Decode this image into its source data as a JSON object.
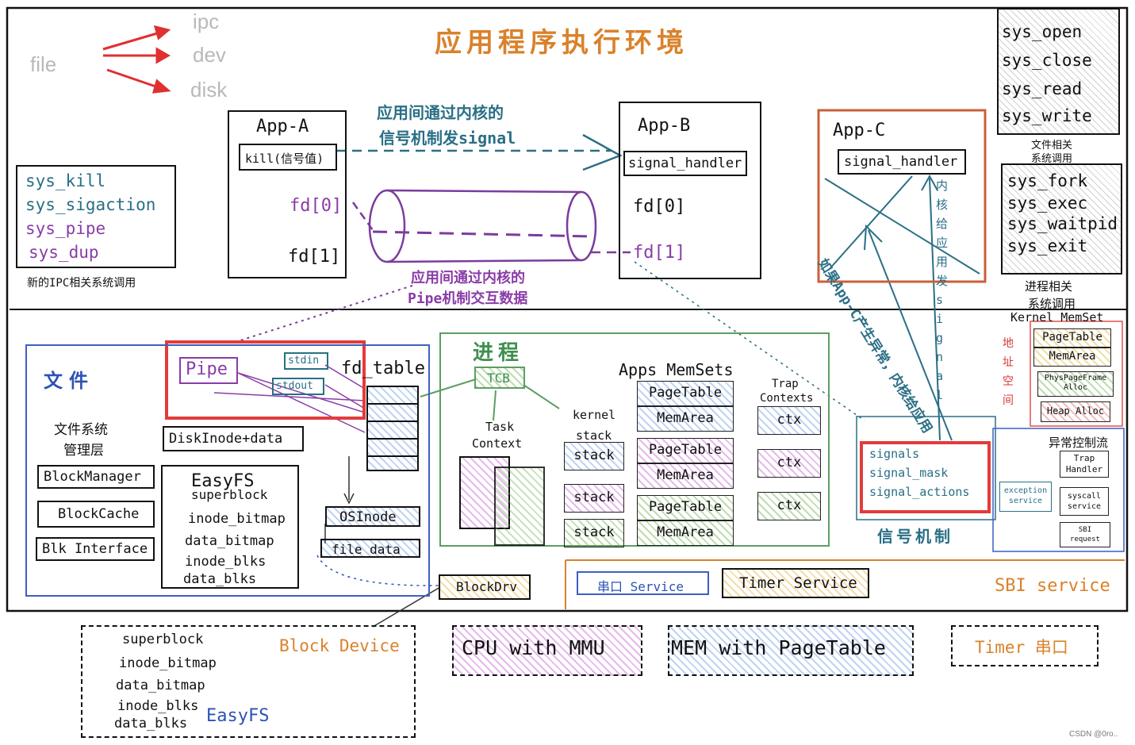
{
  "legend": {
    "source": "file",
    "targets": [
      "ipc",
      "dev",
      "disk"
    ]
  },
  "title": "应用程序执行环境",
  "sys_calls": {
    "file": [
      "sys_open",
      "sys_close",
      "sys_read",
      "sys_write"
    ],
    "file_caption": [
      "文件相关",
      "系统调用"
    ],
    "process": [
      "sys_fork",
      "sys_exec",
      "sys_waitpid",
      "sys_exit"
    ],
    "process_caption": [
      "进程相关",
      "系统调用"
    ],
    "ipc": [
      "sys_kill",
      "sys_sigaction",
      "sys_pipe",
      "sys_dup"
    ],
    "ipc_caption": "新的IPC相关系统调用"
  },
  "apps": {
    "a": {
      "title": "App-A",
      "kill": "kill(信号值)",
      "fd0": "fd[0]",
      "fd1": "fd[1]"
    },
    "b": {
      "title": "App-B",
      "handler": "signal_handler",
      "fd0": "fd[0]",
      "fd1": "fd[1]"
    },
    "c": {
      "title": "App-C",
      "handler": "signal_handler"
    }
  },
  "notes": {
    "signal_note": [
      "应用间通过内核的",
      "信号机制发signal"
    ],
    "pipe_note": [
      "应用间通过内核的",
      "Pipe机制交互数据"
    ],
    "kernel_signal": "内核给应用发signal",
    "exception_note": "如果App-C产生异常，内核给应用"
  },
  "kernel": {
    "file_title": "文件",
    "pipe": "Pipe",
    "stdin": "stdin",
    "stdout": "stdout",
    "fd_table": "fd_table",
    "fs_manager": [
      "文件系统",
      "管理层"
    ],
    "diskinode": "DiskInode+data",
    "block_manager": "BlockManager",
    "block_cache": "BlockCache",
    "blk_interface": "Blk Interface",
    "easyfs_title": "EasyFS",
    "easyfs_items": [
      "superblock",
      "inode_bitmap",
      "data_bitmap",
      "inode_blks",
      "data_blks"
    ],
    "osinode": "OSInode",
    "file_data": "file_data",
    "process_title": "进程",
    "tcb": "TCB",
    "task_context": [
      "Task",
      "Context"
    ],
    "apps_memsets": "Apps MemSets",
    "kernel_stack": [
      "kernel",
      "stack"
    ],
    "stacks": [
      "stack",
      "stack",
      "stack"
    ],
    "pagetable": "PageTable",
    "memarea": "MemArea",
    "trap_contexts": [
      "Trap",
      "Contexts"
    ],
    "ctx": [
      "ctx",
      "ctx",
      "ctx"
    ],
    "kernel_memset": "Kernel MemSet",
    "addr_space": [
      "地",
      "址",
      "空",
      "间"
    ],
    "k_pagetable": "PageTable",
    "k_memarea": "MemArea",
    "phys_frame": [
      "PhysPageFrame",
      "Alloc"
    ],
    "heap_alloc": "Heap Alloc",
    "exc_flow": "异常控制流",
    "trap_handler": [
      "Trap",
      "Handler"
    ],
    "exception_service": [
      "exception",
      "service"
    ],
    "syscall_service": [
      "syscall",
      "service"
    ],
    "sbi_request": [
      "SBI",
      "request"
    ],
    "signals": [
      "signals",
      "signal_mask",
      "signal_actions"
    ],
    "signal_title": "信号机制",
    "blockdrv": "BlockDrv",
    "uart_service": "串口 Service",
    "timer_service": "Timer Service",
    "sbi_service": "SBI service"
  },
  "hardware": {
    "block_device": "Block Device",
    "bd_items": [
      "superblock",
      "inode_bitmap",
      "data_bitmap",
      "inode_blks",
      "data_blks"
    ],
    "bd_easyfs": "EasyFS",
    "cpu": "CPU with MMU",
    "mem": "MEM with PageTable",
    "timer": "Timer 串口"
  },
  "watermark": "CSDN @0ro.."
}
